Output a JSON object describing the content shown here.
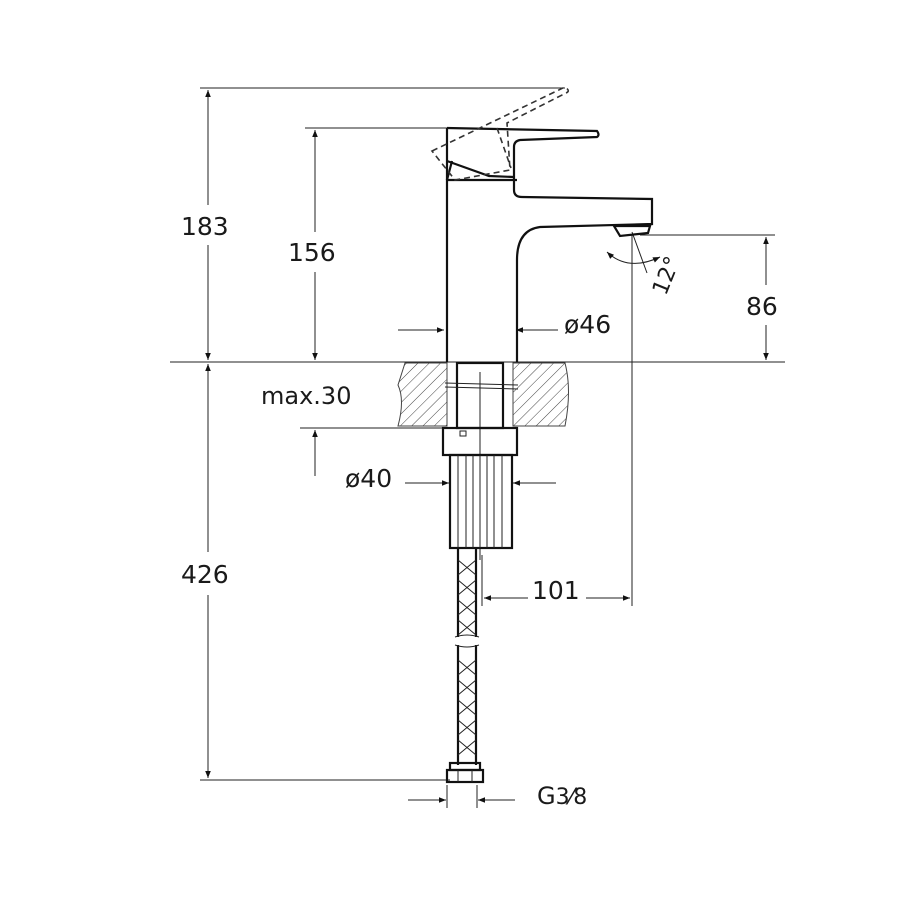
{
  "dimensions": {
    "total_height": "183",
    "lever_height": "156",
    "spout_height": "86",
    "body_diameter": "ø46",
    "spout_angle": "12°",
    "max_counter_thickness": "max.30",
    "shank_diameter": "ø40",
    "hose_length": "426",
    "spout_reach": "101",
    "connection_prefix": "G",
    "connection_fraction": "3⁄8"
  },
  "colors": {
    "line": "#111111",
    "background": "#ffffff"
  }
}
